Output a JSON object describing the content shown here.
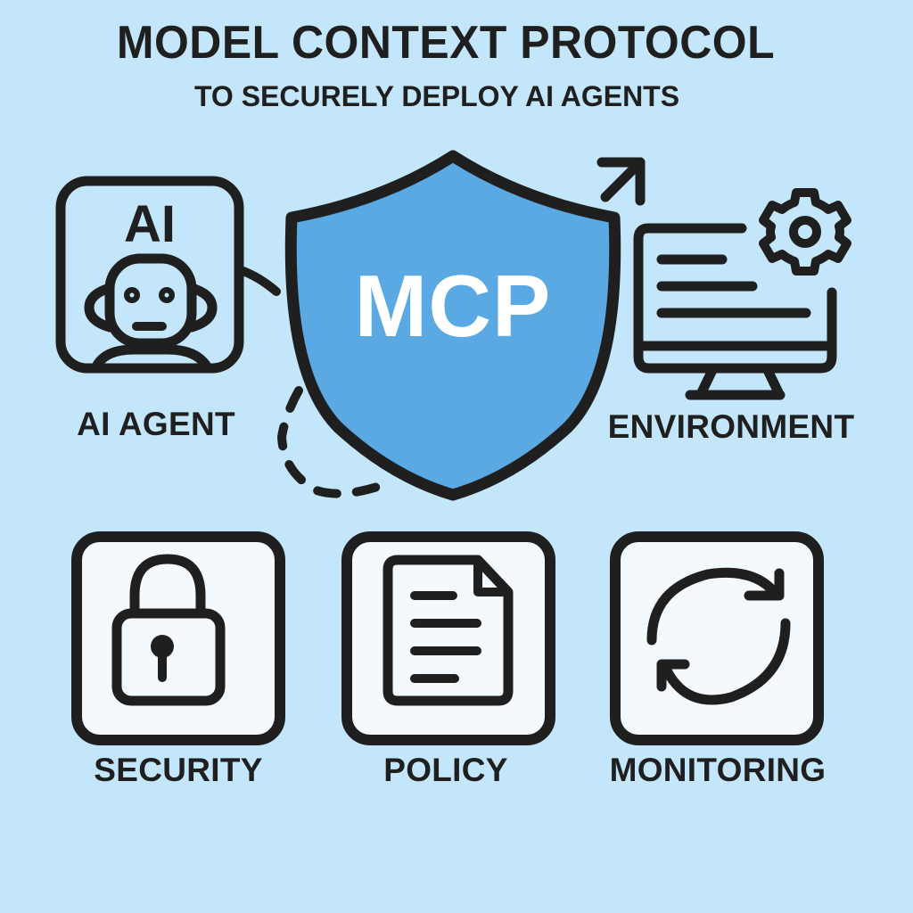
{
  "header": {
    "title": "MODEL CONTEXT PROTOCOL",
    "subtitle": "TO SECURELY DEPLOY AI AGENTS"
  },
  "center": {
    "shield_text": "MCP",
    "shield_icon": "shield-icon"
  },
  "nodes": {
    "agent": {
      "badge_text": "AI",
      "label": "AI AGENT",
      "icon": "robot-icon"
    },
    "environment": {
      "label": "ENVIRONMENT",
      "icon": "monitor-gear-icon"
    }
  },
  "features": [
    {
      "label": "SECURITY",
      "icon": "lock-icon"
    },
    {
      "label": "POLICY",
      "icon": "document-icon"
    },
    {
      "label": "MONITORING",
      "icon": "refresh-cycle-icon"
    }
  ],
  "colors": {
    "background": "#c3e6fb",
    "shield_fill": "#5aa9e3",
    "stroke": "#1f1f1f",
    "tile_fill": "#f4f9fd",
    "text_light": "#ffffff"
  }
}
